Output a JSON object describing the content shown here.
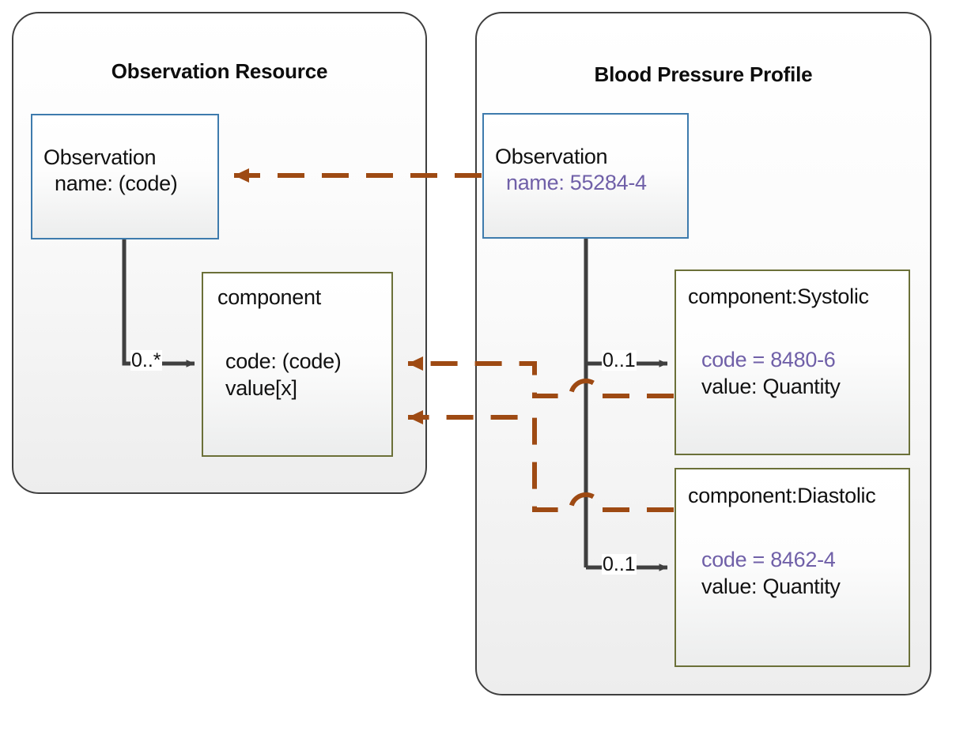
{
  "diagram": {
    "title_left": "Observation Resource",
    "title_right": "Blood Pressure Profile",
    "colors": {
      "panel_border": "#3f3f3f",
      "resource_box_border": "#3e7bad",
      "component_box_border": "#6b7038",
      "constraint_text": "#7060a8",
      "derivation_arrow": "#9e4a13",
      "composition_arrow": "#3f3f3f"
    }
  },
  "left_panel": {
    "title": "Observation Resource",
    "observation_box": {
      "title": "Observation",
      "attribute": "name: (code)"
    },
    "component_box": {
      "title": "component",
      "attribute_1": "code: (code)",
      "attribute_2": "value[x]"
    },
    "multiplicity": "0..*"
  },
  "right_panel": {
    "title": "Blood Pressure Profile",
    "observation_box": {
      "title": "Observation",
      "attribute": "name: 55284-4"
    },
    "systolic_box": {
      "title": "component:Systolic",
      "attribute_1": "code = 8480-6",
      "attribute_2": "value: Quantity"
    },
    "diastolic_box": {
      "title": "component:Diastolic",
      "attribute_1": "code = 8462-4",
      "attribute_2": "value: Quantity"
    },
    "multiplicity_systolic": "0..1",
    "multiplicity_diastolic": "0..1"
  },
  "connectors": {
    "observation_derivation": "dashed-arrow-to-observation",
    "systolic_derivation": "dashed-arrow-to-component",
    "diastolic_derivation": "dashed-arrow-to-component"
  }
}
